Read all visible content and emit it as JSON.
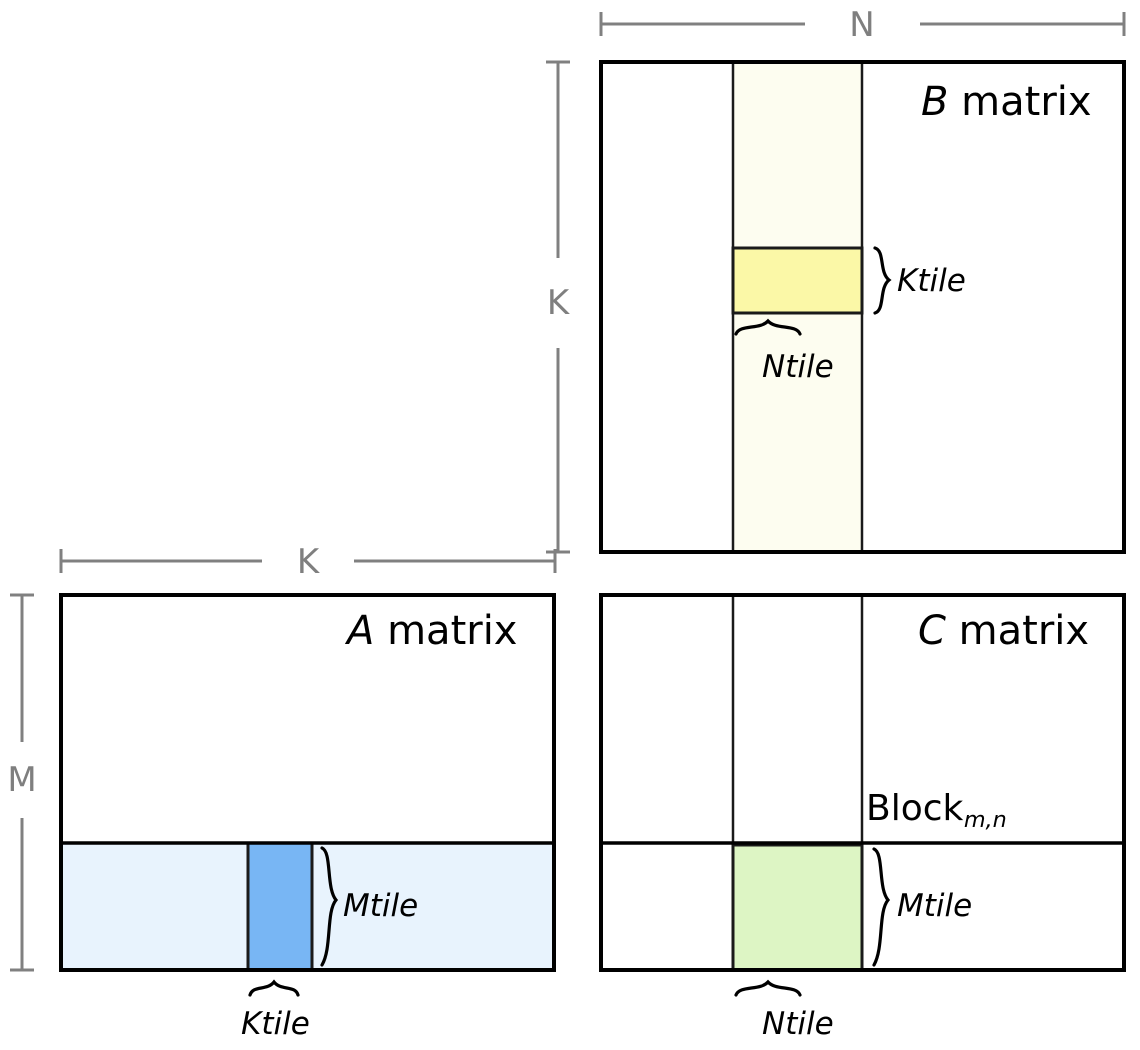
{
  "figure": {
    "kind": "matrix-multiplication-tiling-diagram",
    "colors": {
      "outline": "#000000",
      "thin_line": "#1a1a1a",
      "dimension_line": "#808080",
      "a_band_fill": "#e8f3fd",
      "a_tile_fill": "#78b6f4",
      "b_band_fill": "#fdfdf0",
      "b_tile_fill": "#fbf8a7",
      "c_tile_fill": "#ddf5c4",
      "background": "#ffffff"
    }
  },
  "matrices": {
    "b": {
      "title_var": "B",
      "title_rest": " matrix",
      "tile_row_label": "Ktile",
      "tile_col_label": "Ntile"
    },
    "a": {
      "title_var": "A",
      "title_rest": " matrix",
      "tile_row_label": "Mtile",
      "tile_col_label": "Ktile"
    },
    "c": {
      "title_var": "C",
      "title_rest": " matrix",
      "tile_row_label": "Mtile",
      "tile_col_label": "Ntile",
      "block_label": "Block",
      "block_subscript": "m,n"
    }
  },
  "dimensions": {
    "n": "N",
    "k_vertical": "K",
    "k_horizontal": "K",
    "m": "M"
  }
}
